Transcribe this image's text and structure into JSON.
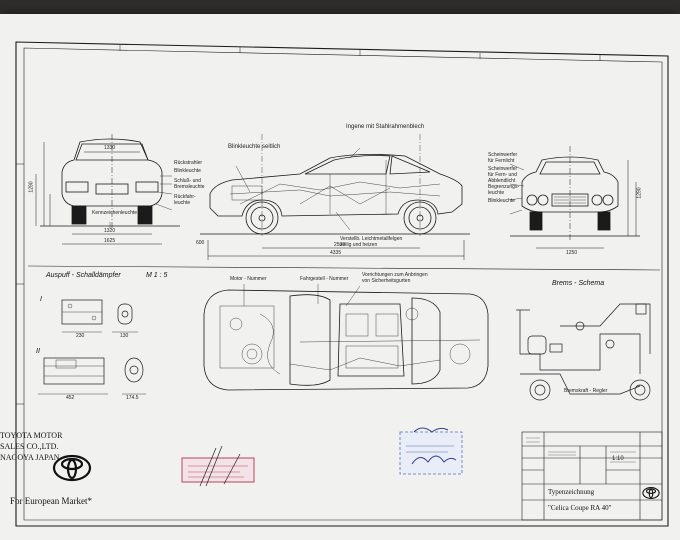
{
  "sheet": {
    "side_view_labels": {
      "headline": "Ingene mit Stahlrahmenblech",
      "top_left": "Blinkleuchte seitlich",
      "lower": "Verstellb. Leichtmetallfelgen",
      "lower2": "zeilig und heizen"
    },
    "rear_view_labels": [
      "Rückstrahler",
      "Blinkleuchte",
      "Schluß- und Bremsleuchte",
      "Rückfahr- leuchte"
    ],
    "rear_view_bottom": "Kennzeichenleuchte",
    "front_view_labels": [
      "Scheinwerfer für Fernlicht",
      "Scheinwerfer für Fern- und Abblendlicht",
      "Begrenzungs- leuchte",
      "Blinkleuchte"
    ],
    "dimensions": {
      "rear_width": "1330",
      "rear_track": "1320",
      "rear_overall": "1625",
      "wheelbase": "2500",
      "overall_length": "4335",
      "front_track": "1250",
      "height": "1290",
      "front_height": "1290",
      "side_small": "600",
      "exhaust_w1": "230",
      "exhaust_w2": "452",
      "exhaust_small1": "130",
      "exhaust_small2": "174.5"
    },
    "exhaust_title": "Auspuff - Schalldämpfer",
    "exhaust_scale": "M 1 : 5",
    "roman_1": "I",
    "roman_2": "II",
    "plan_labels": {
      "motor": "Motor - Nummer",
      "chassis": "Fahrgestell - Nummer",
      "anchor": "Vorrichtungen zum Anbringen",
      "anchor2": "von Sicherheitsgurten"
    },
    "brake_title": "Brems - Schema",
    "brake_regulator": "Bremskraft - Regler",
    "brand": {
      "line1": "TOYOTA MOTOR",
      "line2": "SALES CO.,LTD.",
      "line3": "NAGOYA JAPAN",
      "market": "For European Market*"
    },
    "title_block": {
      "scale": "1:10",
      "drawing_type": "Typenzeichnung",
      "model": "\"Celica Coupe RA 40\""
    }
  }
}
